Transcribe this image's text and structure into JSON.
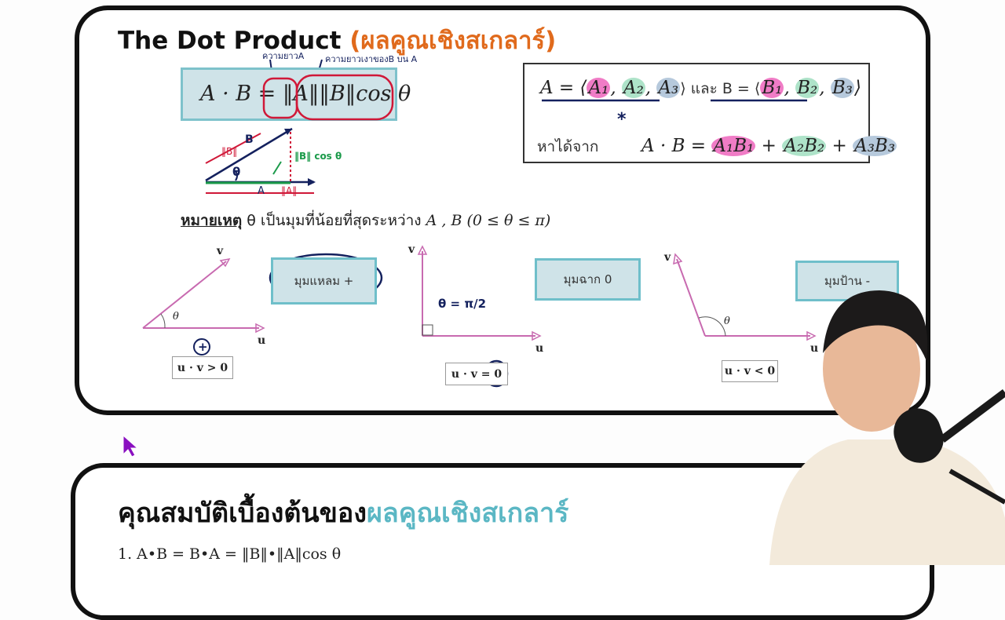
{
  "slide1": {
    "title_en": "The Dot Product ",
    "title_th": "(ผลคูณเชิงสเกลาร์)",
    "formula": "A · B = ‖A‖‖B‖cos θ",
    "annotations": {
      "magnitude_note": "ความยาวA",
      "projection_note": "ความยาวเงาของB บน A",
      "b_label": "B",
      "hyp_label": "‖B‖",
      "proj_label": "‖B‖ cos θ",
      "a_label": "A",
      "a_norm_label": "‖A‖"
    },
    "components": {
      "line1_a": "A = ⟨",
      "a1": "A₁",
      "a2": "A₂",
      "a3": "A₃",
      "line1_mid": "⟩ และ B = ⟨",
      "b1": "B₁",
      "b2": "B₂",
      "b3": "B₃",
      "line1_end": "⟩",
      "star": "*",
      "line2_label": "หาได้จาก",
      "line2_formula_lhs": "A · B = ",
      "t1": "A₁B₁",
      "plus1": " + ",
      "t2": "A₂B₂",
      "plus2": " + ",
      "t3": "A₃B₃"
    },
    "note": {
      "label": "หมายเหตุ",
      "text_pre": " θ เป็นมุมที่น้อยที่สุดระหว่าง ",
      "text_math": "A , B (0 ≤ θ ≤ π)"
    },
    "cases": [
      {
        "label": "มุมแหลม +",
        "equation": "u · v > 0",
        "sign_mark": "+",
        "angle": "θ",
        "u": "u",
        "v": "v"
      },
      {
        "label": "มุมฉาก 0",
        "equation": "u · v = 0",
        "angle_note": "θ = π/2",
        "u": "u",
        "v": "v"
      },
      {
        "label": "มุมป้าน -",
        "equation": "u · v < 0",
        "angle": "θ",
        "u": "u",
        "v": "v"
      }
    ]
  },
  "slide2": {
    "title_black": "คุณสมบัติเบื้องต้นของ",
    "title_teal": "ผลคูณเชิงสเกลาร์",
    "property1": "1.  A•B = B•A = ‖B‖•‖A‖cos θ"
  },
  "colors": {
    "title_orange": "#e06a1c",
    "teal": "#5bb7c4",
    "box_fill": "#cfe3e8",
    "pink": "#f07cc6",
    "green": "#aee3c9",
    "blue": "#b6c9dc",
    "ink_red": "#d01838",
    "ink_navy": "#14215e",
    "vector_purple": "#c86ab0",
    "cursor": "#8a10c0"
  }
}
